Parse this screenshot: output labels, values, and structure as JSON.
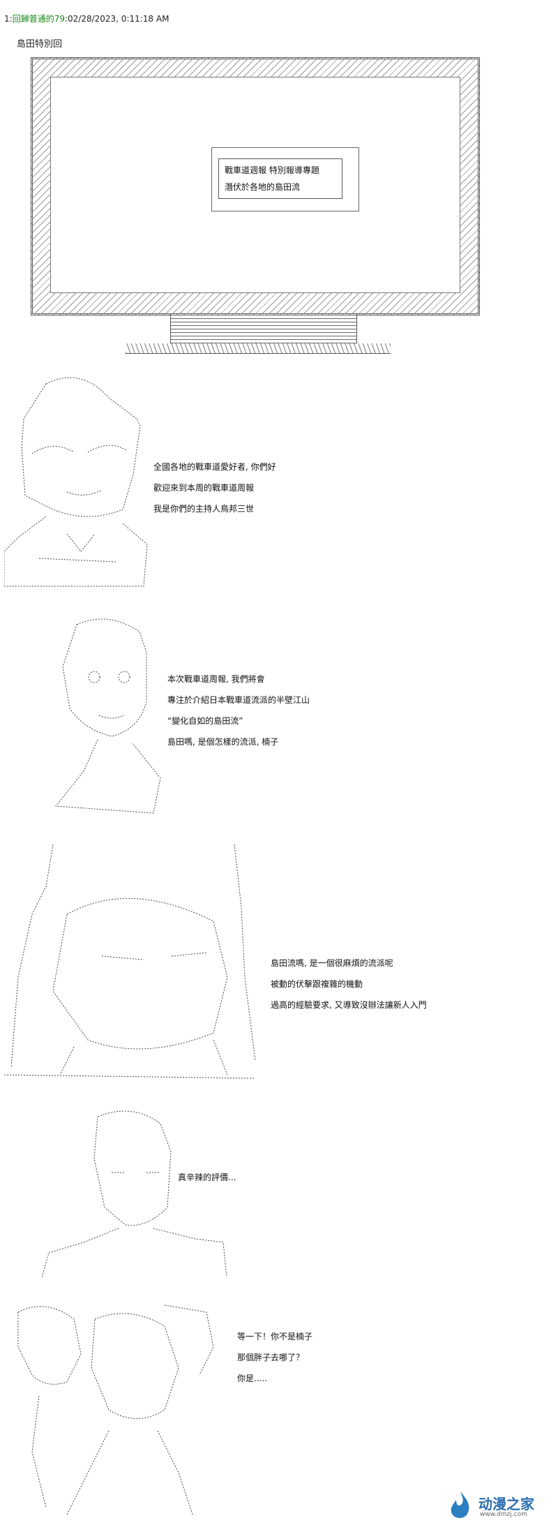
{
  "header": {
    "number": "1:",
    "link_text": "回歸普通的79",
    "timestamp": ":02/28/2023, 0:11:18 AM"
  },
  "subtitle": "島田特別回",
  "tv": {
    "title_line1": "戰車道週報 特別報導專題",
    "title_line2": "潛伏於各地的島田流"
  },
  "scenes": [
    {
      "lines": [
        "全國各地的戰車道愛好者, 你們好",
        "歡迎來到本周的戰車道周報",
        "我是你們的主持人鳥邦三世"
      ]
    },
    {
      "lines": [
        "本次戰車道周報, 我們將會",
        "專注於介紹日本戰車道流派的半壁江山",
        "“變化自如的島田流”",
        "島田嗎, 是個怎樣的流派, 楠子"
      ]
    },
    {
      "lines": [
        "島田流嗎, 是一個很麻煩的流派呢",
        "被動的伏擊跟複雜的機動",
        "過高的經驗要求, 又導致沒辦法讓新人入門"
      ]
    },
    {
      "lines": [
        "真辛辣的評價..."
      ]
    },
    {
      "lines": [
        "等一下！你不是楠子",
        "那個胖子去哪了？",
        "你是....."
      ]
    }
  ],
  "watermark": {
    "text": "动漫之家",
    "url": "www.dmzj.com"
  }
}
